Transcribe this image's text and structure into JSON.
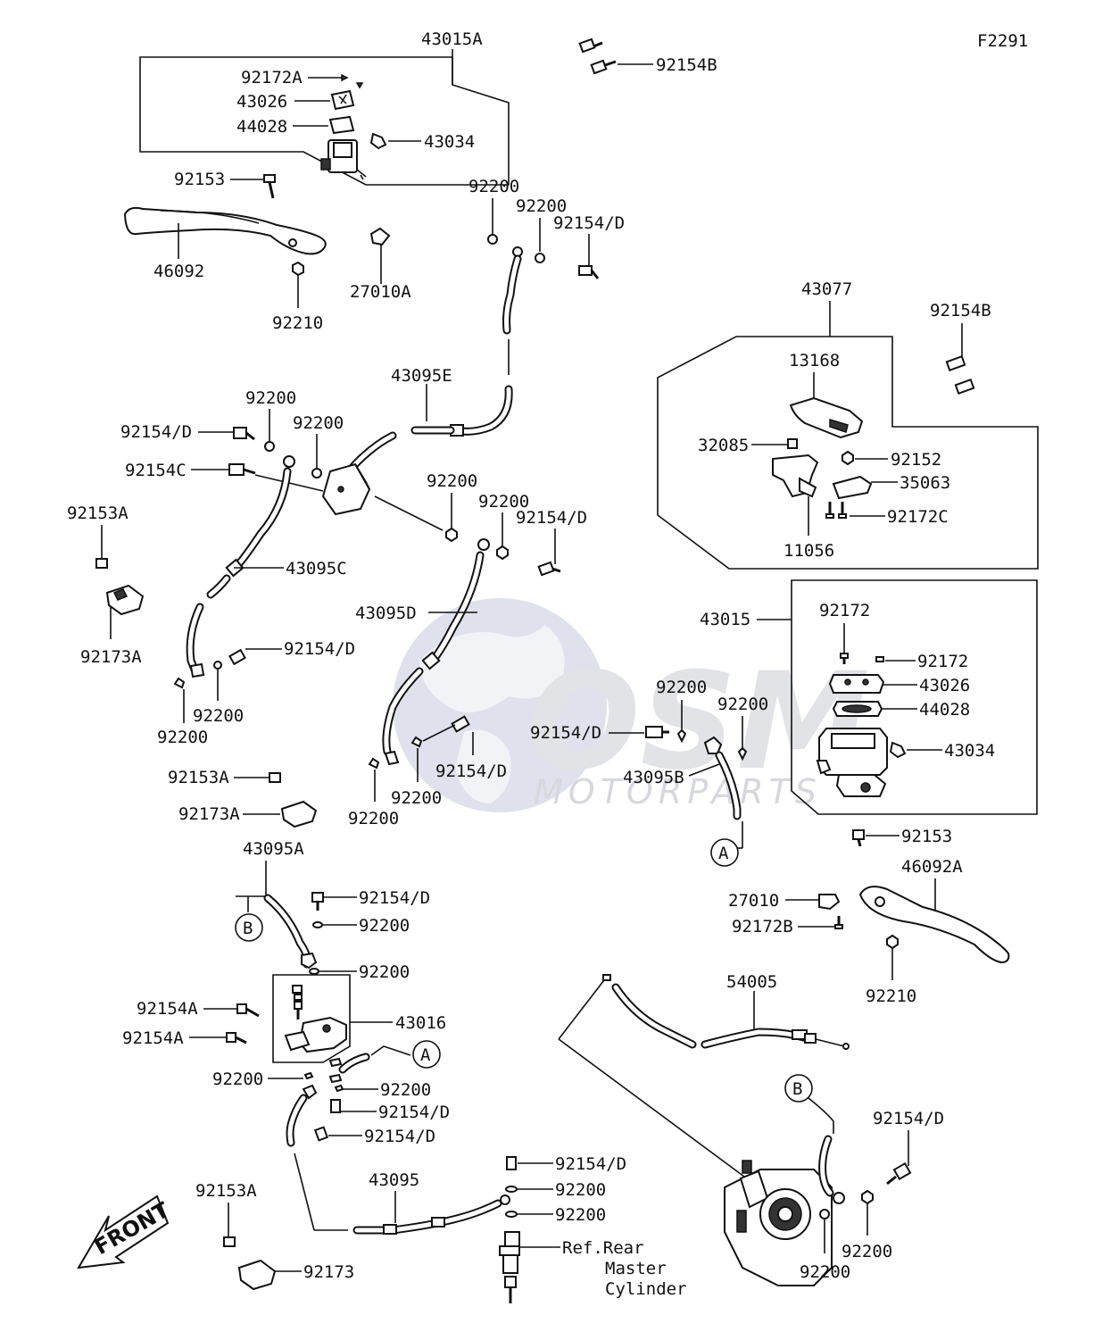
{
  "figure_code": "F2291",
  "watermark": {
    "brand": "OSM",
    "sub": "MOTORPARTS"
  },
  "front_label": "FRONT",
  "labels": {
    "p43015A": "43015A",
    "p92172A": "92172A",
    "p43026_top": "43026",
    "p44028_top": "44028",
    "p43034_top": "43034",
    "p92154B_top": "92154B",
    "p92153_top": "92153",
    "p46092": "46092",
    "p92210_left": "92210",
    "p27010A": "27010A",
    "p92200_a": "92200",
    "p92200_b": "92200",
    "p92154D_a": "92154/D",
    "p43095E": "43095E",
    "p92200_c": "92200",
    "p92200_d": "92200",
    "p92154D_b": "92154/D",
    "p92154C": "92154C",
    "p92153A_a": "92153A",
    "p43095C": "43095C",
    "p92173A_a": "92173A",
    "p92154D_c": "92154/D",
    "p92200_e": "92200",
    "p92200_f": "92200",
    "p92200_g": "92200",
    "p92200_h": "92200",
    "p92154D_d": "92154/D",
    "p43095D": "43095D",
    "p92154D_e": "92154/D",
    "p92200_i": "92200",
    "p92200_j": "92200",
    "p92153A_b": "92153A",
    "p92173A_b": "92173A",
    "p43077": "43077",
    "p92154B_right": "92154B",
    "p13168": "13168",
    "p32085": "32085",
    "p92152": "92152",
    "p35063": "35063",
    "p92172C": "92172C",
    "p11056": "11056",
    "p43015": "43015",
    "p92172_a": "92172",
    "p92172_b": "92172",
    "p43026_right": "43026",
    "p44028_right": "44028",
    "p43034_right": "43034",
    "p92200_k": "92200",
    "p92200_l": "92200",
    "p92154D_f": "92154/D",
    "p43095B": "43095B",
    "p92153_right": "92153",
    "p46092A": "46092A",
    "p27010": "27010",
    "p92172B": "92172B",
    "p92210_right": "92210",
    "p43095A": "43095A",
    "p92154D_g": "92154/D",
    "p92200_m": "92200",
    "p92200_n": "92200",
    "p92154A_a": "92154A",
    "p92154A_b": "92154A",
    "p43016": "43016",
    "p92200_o": "92200",
    "p92200_p": "92200",
    "p92154D_h": "92154/D",
    "p92154D_i": "92154/D",
    "p54005": "54005",
    "p92154D_j": "92154/D",
    "p92200_q": "92200",
    "p92200_r": "92200",
    "p43095": "43095",
    "p92153A_c": "92153A",
    "p92173": "92173",
    "ref_line1": "Ref.Rear",
    "ref_line2": "Master",
    "ref_line3": "Cylinder",
    "p92154D_k": "92154/D",
    "p92200_s": "92200",
    "p92200_t": "92200",
    "callout_A1": "A",
    "callout_A2": "A",
    "callout_B1": "B",
    "callout_B2": "B"
  }
}
